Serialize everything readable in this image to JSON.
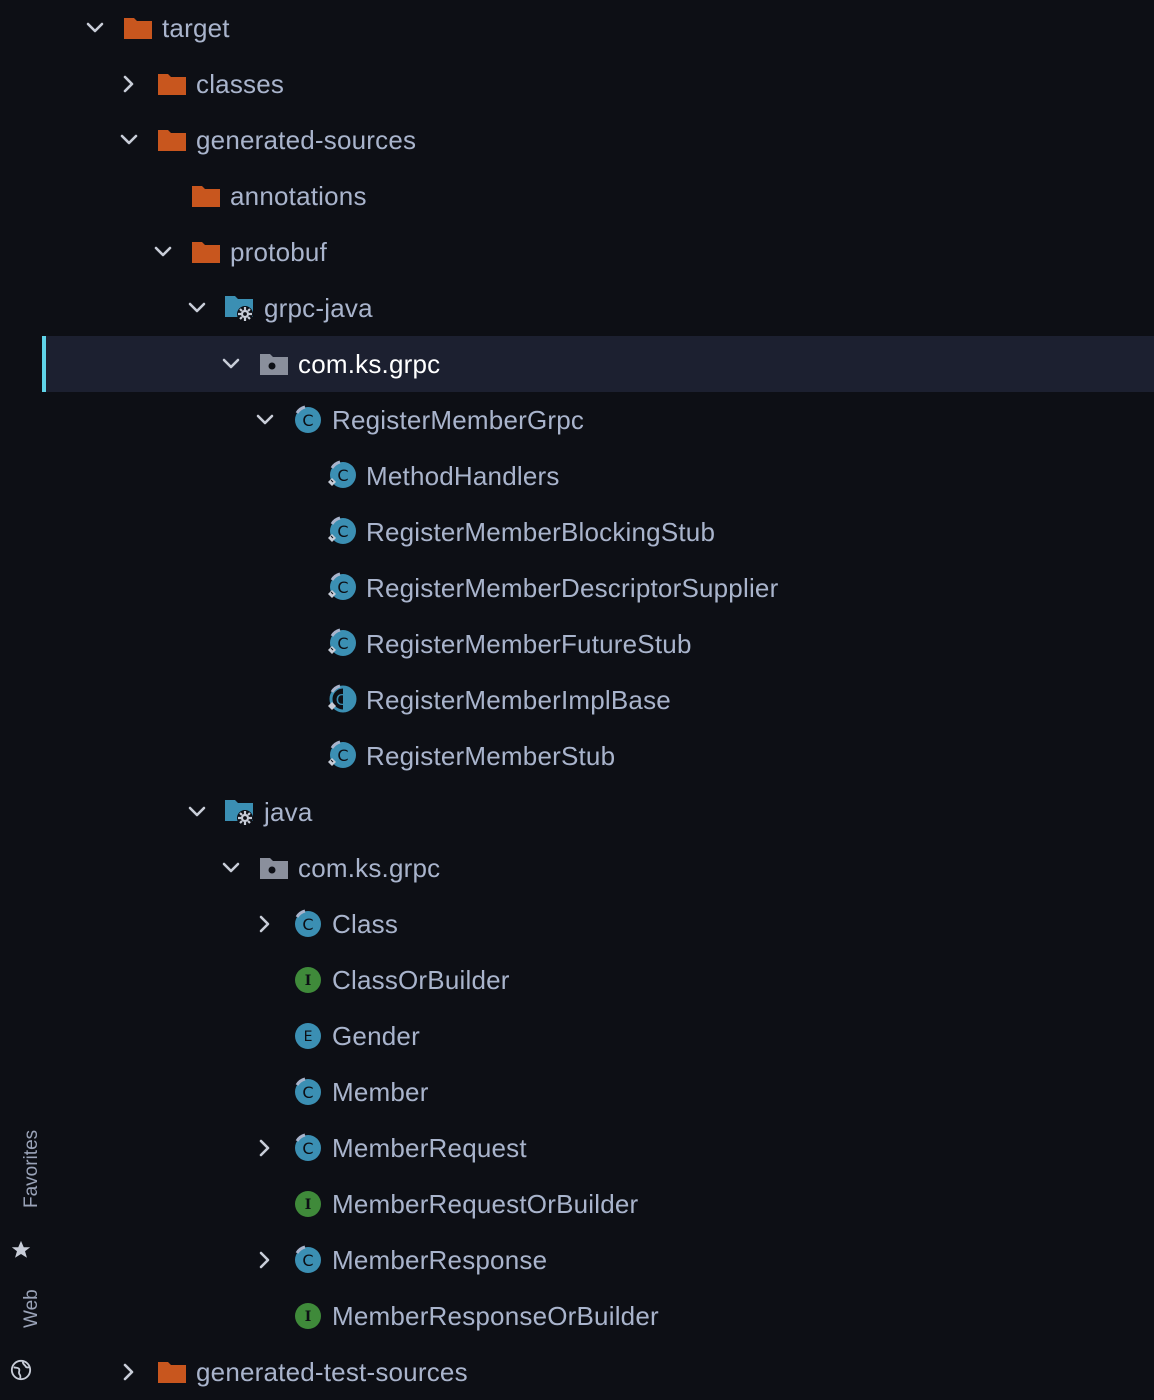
{
  "side_tabs": {
    "favorites": {
      "label": "Favorites",
      "icon": "star-icon"
    },
    "web": {
      "label": "Web",
      "icon": "globe-icon"
    }
  },
  "colors": {
    "background": "#0d0f15",
    "selected_row": "#1c2030",
    "selection_accent": "#5fd3e8",
    "folder": "#c8561e",
    "class_icon": "#3b8fb3",
    "interface_icon": "#3f8a3a",
    "text": "#a9b4cc"
  },
  "tree": {
    "items": [
      {
        "label": "target",
        "level": 0,
        "chevron": "down",
        "icon": "folder-icon"
      },
      {
        "label": "classes",
        "level": 1,
        "chevron": "right",
        "icon": "folder-icon"
      },
      {
        "label": "generated-sources",
        "level": 1,
        "chevron": "down",
        "icon": "folder-icon"
      },
      {
        "label": "annotations",
        "level": 2,
        "chevron": "none",
        "icon": "folder-icon"
      },
      {
        "label": "protobuf",
        "level": 2,
        "chevron": "down",
        "icon": "folder-icon"
      },
      {
        "label": "grpc-java",
        "level": 3,
        "chevron": "down",
        "icon": "generated-source-root-icon"
      },
      {
        "label": "com.ks.grpc",
        "level": 4,
        "chevron": "down",
        "icon": "package-icon",
        "selected": true
      },
      {
        "label": "RegisterMemberGrpc",
        "level": 5,
        "chevron": "down",
        "icon": "class-icon"
      },
      {
        "label": "MethodHandlers",
        "level": 6,
        "chevron": "none",
        "icon": "nested-class-icon"
      },
      {
        "label": "RegisterMemberBlockingStub",
        "level": 6,
        "chevron": "none",
        "icon": "nested-class-icon"
      },
      {
        "label": "RegisterMemberDescriptorSupplier",
        "level": 6,
        "chevron": "none",
        "icon": "nested-class-icon"
      },
      {
        "label": "RegisterMemberFutureStub",
        "level": 6,
        "chevron": "none",
        "icon": "nested-class-icon"
      },
      {
        "label": "RegisterMemberImplBase",
        "level": 6,
        "chevron": "none",
        "icon": "abstract-class-icon"
      },
      {
        "label": "RegisterMemberStub",
        "level": 6,
        "chevron": "none",
        "icon": "nested-class-icon"
      },
      {
        "label": "java",
        "level": 3,
        "chevron": "down",
        "icon": "generated-source-root-icon"
      },
      {
        "label": "com.ks.grpc",
        "level": 4,
        "chevron": "down",
        "icon": "package-icon"
      },
      {
        "label": "Class",
        "level": 5,
        "chevron": "right",
        "icon": "class-icon"
      },
      {
        "label": "ClassOrBuilder",
        "level": 5,
        "chevron": "none",
        "icon": "interface-icon"
      },
      {
        "label": "Gender",
        "level": 5,
        "chevron": "none",
        "icon": "enum-icon"
      },
      {
        "label": "Member",
        "level": 5,
        "chevron": "none",
        "icon": "class-icon"
      },
      {
        "label": "MemberRequest",
        "level": 5,
        "chevron": "right",
        "icon": "class-icon"
      },
      {
        "label": "MemberRequestOrBuilder",
        "level": 5,
        "chevron": "none",
        "icon": "interface-icon"
      },
      {
        "label": "MemberResponse",
        "level": 5,
        "chevron": "right",
        "icon": "class-icon"
      },
      {
        "label": "MemberResponseOrBuilder",
        "level": 5,
        "chevron": "none",
        "icon": "interface-icon"
      },
      {
        "label": "generated-test-sources",
        "level": 1,
        "chevron": "right",
        "icon": "folder-icon"
      }
    ]
  }
}
